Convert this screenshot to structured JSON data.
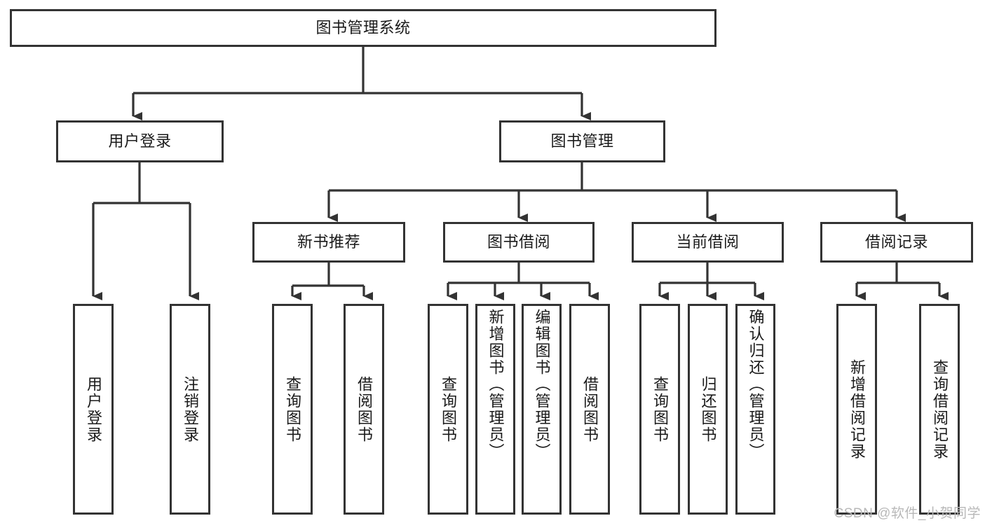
{
  "diagram": {
    "type": "tree-hierarchy",
    "title": "图书管理系统",
    "orientation": "top-down",
    "colors": {
      "box_border": "#333333",
      "box_fill": "#ffffff",
      "connector": "#333333",
      "text": "#1a1a1a",
      "watermark": "#b8b8b8",
      "background": "#ffffff"
    },
    "nodes": {
      "root": {
        "label": "图书管理系统"
      },
      "level2": [
        {
          "label": "用户登录"
        },
        {
          "label": "图书管理"
        }
      ],
      "level3": [
        {
          "label": "新书推荐"
        },
        {
          "label": "图书借阅"
        },
        {
          "label": "当前借阅"
        },
        {
          "label": "借阅记录"
        }
      ],
      "leaves_user_login": [
        {
          "label": "用户登录"
        },
        {
          "label": "注销登录"
        }
      ],
      "leaves_new_book": [
        {
          "label": "查询图书"
        },
        {
          "label": "借阅图书"
        }
      ],
      "leaves_borrow": [
        {
          "label": "查询图书"
        },
        {
          "label": "新增图书（管理员）"
        },
        {
          "label": "编辑图书（管理员）"
        },
        {
          "label": "借阅图书"
        }
      ],
      "leaves_current": [
        {
          "label": "查询图书"
        },
        {
          "label": "归还图书"
        },
        {
          "label": "确认归还（管理员）"
        }
      ],
      "leaves_records": [
        {
          "label": "新增借阅记录"
        },
        {
          "label": "查询借阅记录"
        }
      ]
    },
    "edges": [
      {
        "from": "图书管理系统",
        "to": "用户登录"
      },
      {
        "from": "图书管理系统",
        "to": "图书管理"
      },
      {
        "from": "图书管理",
        "to": "新书推荐"
      },
      {
        "from": "图书管理",
        "to": "图书借阅"
      },
      {
        "from": "图书管理",
        "to": "当前借阅"
      },
      {
        "from": "图书管理",
        "to": "借阅记录"
      },
      {
        "from": "用户登录",
        "to": "用户登录"
      },
      {
        "from": "用户登录",
        "to": "注销登录"
      },
      {
        "from": "新书推荐",
        "to": "查询图书"
      },
      {
        "from": "新书推荐",
        "to": "借阅图书"
      },
      {
        "from": "图书借阅",
        "to": "查询图书"
      },
      {
        "from": "图书借阅",
        "to": "新增图书（管理员）"
      },
      {
        "from": "图书借阅",
        "to": "编辑图书（管理员）"
      },
      {
        "from": "图书借阅",
        "to": "借阅图书"
      },
      {
        "from": "当前借阅",
        "to": "查询图书"
      },
      {
        "from": "当前借阅",
        "to": "归还图书"
      },
      {
        "from": "当前借阅",
        "to": "确认归还（管理员）"
      },
      {
        "from": "借阅记录",
        "to": "新增借阅记录"
      },
      {
        "from": "借阅记录",
        "to": "查询借阅记录"
      }
    ]
  },
  "watermark": {
    "text": "CSDN @软件_小贺同学"
  }
}
